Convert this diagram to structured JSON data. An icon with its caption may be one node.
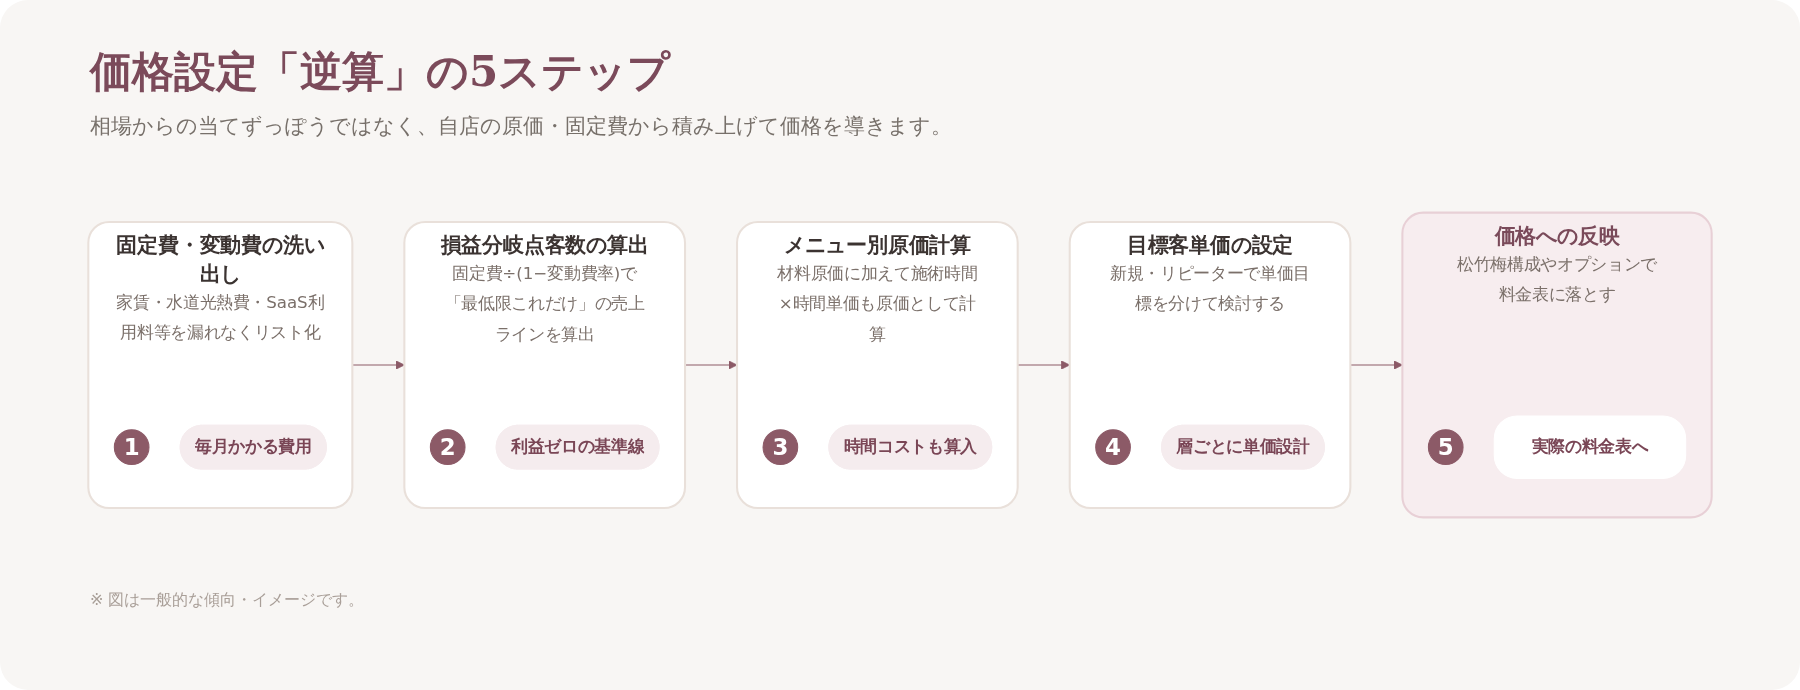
{
  "diagram": {
    "title": "価格設定「逆算」の5ステップ",
    "caption": "相場からの当てずっぽうではなく、自店の原価・固定費から積み上げて価格を導きます。",
    "nodes": [
      {
        "text": [
          "固定費・変動費の洗い出し",
          "家賃・水道光熱費・SaaS利用料等を漏れなくリスト化"
        ]
      },
      {
        "text": [
          "1"
        ],
        "in": 0
      },
      {
        "text": [
          "毎月かかる費用"
        ],
        "in": 0
      },
      {
        "text": [
          "損益分岐点客数の算出",
          "固定費÷(1−変動費率)で「最低限これだけ」の売上ラインを算出"
        ]
      },
      {
        "text": [
          "2"
        ],
        "in": 3
      },
      {
        "text": [
          "利益ゼロの基準線"
        ],
        "in": 3
      },
      {
        "text": [
          "メニュー別原価計算",
          "材料原価に加えて施術時間×時間単価も原価として計算"
        ]
      },
      {
        "text": [
          "3"
        ],
        "in": 6
      },
      {
        "text": [
          "時間コストも算入"
        ],
        "in": 6
      },
      {
        "text": [
          "目標客単価の設定",
          "新規・リピーターで単価目標を分けて検討する"
        ]
      },
      {
        "text": [
          "4"
        ],
        "in": 9
      },
      {
        "text": [
          "層ごとに単価設計"
        ],
        "in": 9
      },
      {
        "text": [
          "価格への反映",
          "松竹梅構成やオプションで料金表に落とす"
        ]
      },
      {
        "text": [
          "5"
        ],
        "in": 12
      },
      {
        "text": [
          "実際の料金表へ"
        ],
        "in": 12
      }
    ],
    "edges": [
      {
        "from": 0,
        "to": 3,
        "arrow": "to"
      },
      {
        "from": 3,
        "to": 6,
        "arrow": "to"
      },
      {
        "from": 6,
        "to": 9,
        "arrow": "to"
      },
      {
        "from": 9,
        "to": 12,
        "arrow": "to"
      }
    ],
    "labels": [
      "※ 図は一般的な傾向・イメージです。"
    ]
  }
}
